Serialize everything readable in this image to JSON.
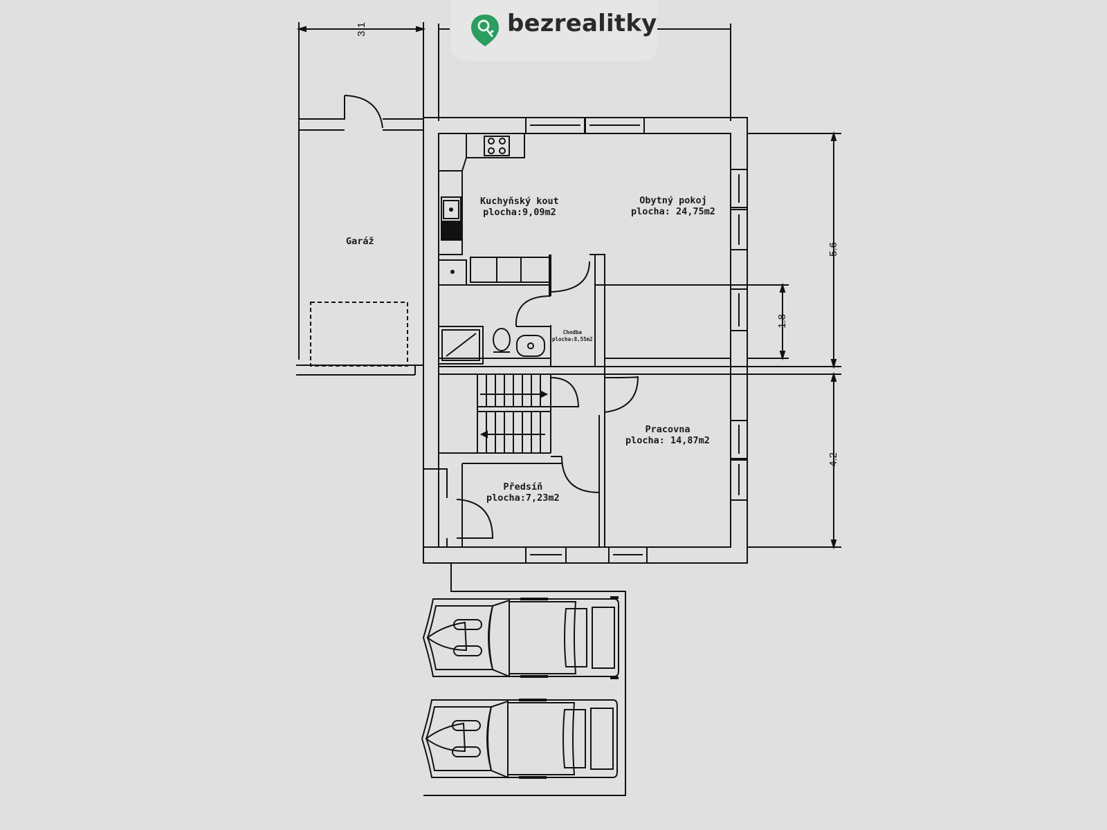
{
  "brand": {
    "name": "bezrealitky",
    "color": "#2a9d5f"
  },
  "rooms": [
    {
      "id": "kitchen",
      "name": "Kuchyňský kout",
      "area": "plocha:9,09m2"
    },
    {
      "id": "living",
      "name": "Obytný pokoj",
      "area": "plocha: 24,75m2"
    },
    {
      "id": "garage",
      "name": "Garáž",
      "area": ""
    },
    {
      "id": "hall",
      "name": "Chodba",
      "area": "plocha:8,55m2"
    },
    {
      "id": "study",
      "name": "Pracovna",
      "area": "plocha: 14,87m2"
    },
    {
      "id": "entry",
      "name": "Předsíň",
      "area": "plocha:7,23m2"
    }
  ],
  "dimensions": {
    "garage_width": "3.1",
    "upper_height": "5.6",
    "hall_depth": "1.8",
    "lower_height": "4.2"
  }
}
